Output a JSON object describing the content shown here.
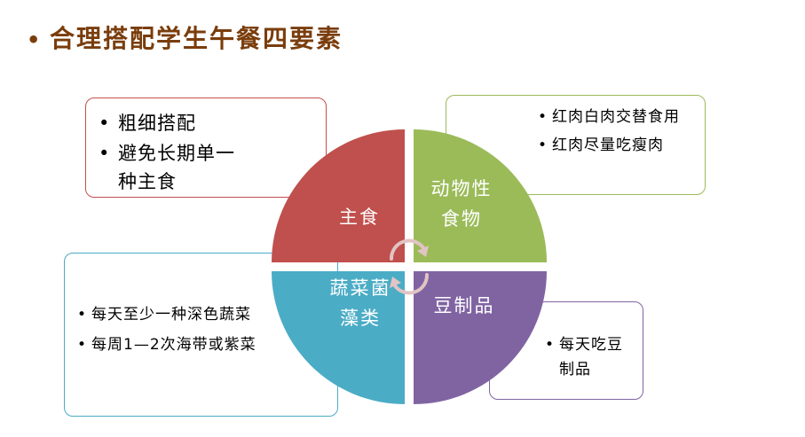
{
  "title": "合理搭配学生午餐四要素",
  "bullet": "•",
  "colors": {
    "title": "#7a3d0c",
    "staple": "#c0504d",
    "animal": "#9bbb59",
    "vegetable": "#4bacc6",
    "soy": "#8064a2",
    "arrows": "#e2c4c4"
  },
  "quadrants": {
    "staple": "主食",
    "animal": "动物性食物",
    "vegetable": "蔬菜菌藻类",
    "soy": "豆制品"
  },
  "boxes": {
    "staple": [
      "粗细搭配",
      "避免长期单一种主食"
    ],
    "animal": [
      "红肉白肉交替食用",
      "红肉尽量吃瘦肉"
    ],
    "vegetable": [
      "每天至少一种深色蔬菜",
      "每周1—2次海带或紫菜"
    ],
    "soy": [
      "每天吃豆制品"
    ]
  }
}
